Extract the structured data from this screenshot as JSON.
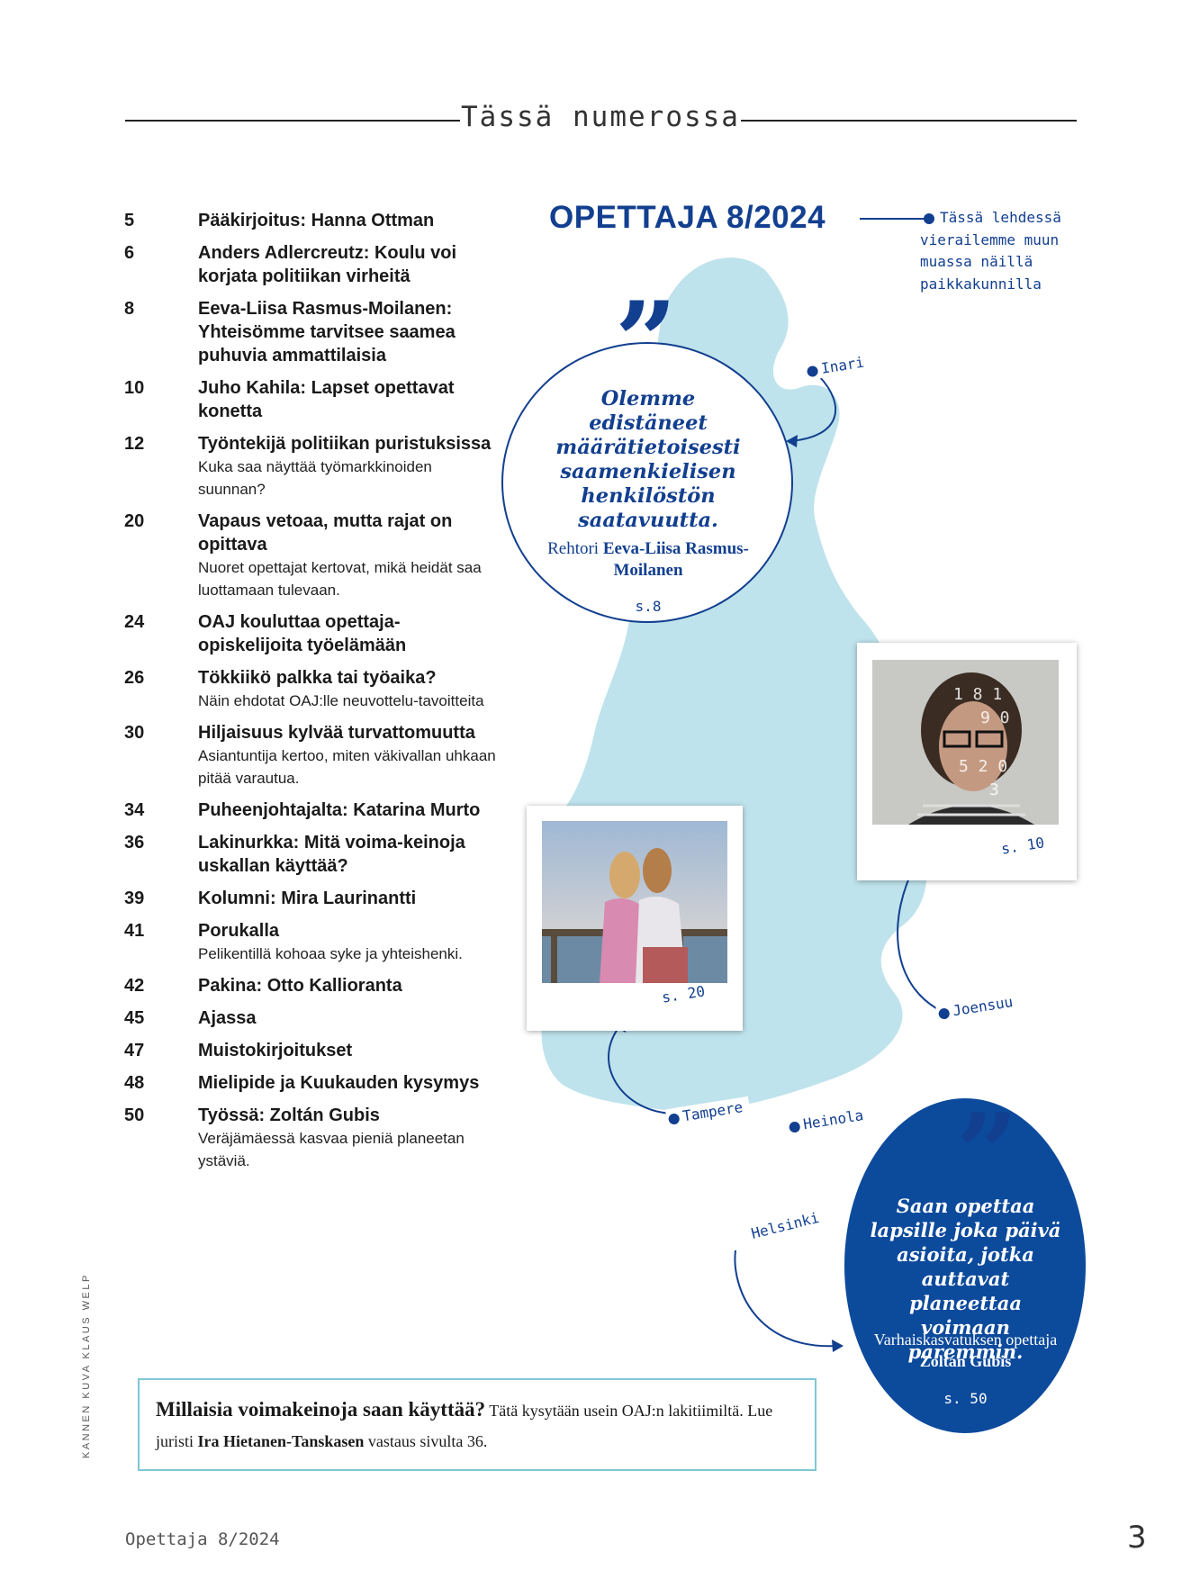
{
  "header": {
    "title": "Tässä numerossa"
  },
  "toc": [
    {
      "num": "5",
      "title": "Pääkirjoitus: Hanna Ottman",
      "sub": ""
    },
    {
      "num": "6",
      "title": "Anders Adlercreutz: Koulu voi korjata politiikan virheitä",
      "sub": ""
    },
    {
      "num": "8",
      "title": "Eeva-Liisa Rasmus-Moilanen: Yhteisömme tarvitsee saamea puhuvia ammattilaisia",
      "sub": ""
    },
    {
      "num": "10",
      "title": "Juho Kahila: Lapset opettavat konetta",
      "sub": ""
    },
    {
      "num": "12",
      "title": "Työntekijä politiikan puristuksissa",
      "sub": "Kuka saa näyttää työmarkkinoiden suunnan?"
    },
    {
      "num": "20",
      "title": "Vapaus vetoaa, mutta rajat on opittava",
      "sub": "Nuoret opettajat kertovat, mikä heidät saa luottamaan tulevaan."
    },
    {
      "num": "24",
      "title": "OAJ kouluttaa opettaja-opiskelijoita työelämään",
      "sub": ""
    },
    {
      "num": "26",
      "title": "Tökkiikö palkka tai työaika?",
      "sub": "Näin ehdotat OAJ:lle neuvottelu-tavoitteita"
    },
    {
      "num": "30",
      "title": "Hiljaisuus kylvää turvattomuutta",
      "sub": "Asiantuntija kertoo, miten väkivallan uhkaan pitää varautua."
    },
    {
      "num": "34",
      "title": "Puheenjohtajalta: Katarina Murto",
      "sub": ""
    },
    {
      "num": "36",
      "title": "Lakinurkka: Mitä voima-keinoja uskallan käyttää?",
      "sub": ""
    },
    {
      "num": "39",
      "title": "Kolumni: Mira Laurinantti",
      "sub": ""
    },
    {
      "num": "41",
      "title": "Porukalla",
      "sub": "Pelikentillä kohoaa syke ja yhteishenki."
    },
    {
      "num": "42",
      "title": "Pakina: Otto Kallioranta",
      "sub": ""
    },
    {
      "num": "45",
      "title": "Ajassa",
      "sub": ""
    },
    {
      "num": "47",
      "title": "Muistokirjoitukset",
      "sub": ""
    },
    {
      "num": "48",
      "title": "Mielipide ja Kuukauden kysymys",
      "sub": ""
    },
    {
      "num": "50",
      "title": "Työssä: Zoltán Gubis",
      "sub": "Veräjämäessä kasvaa pieniä planeetan ystäviä."
    }
  ],
  "magazine": {
    "title": "OPETTAJA 8/2024",
    "note": "Tässä lehdessä vierailemme muun muassa näillä paikkakunnilla"
  },
  "places": {
    "inari": "Inari",
    "joensuu": "Joensuu",
    "tampere": "Tampere",
    "heinola": "Heinola",
    "helsinki": "Helsinki"
  },
  "quote1": {
    "text": "Olemme edistäneet määrätietoisesti saamenkielisen henkilöstön saatavuutta.",
    "role": "Rehtori",
    "name": "Eeva-Liisa Rasmus-Moilanen",
    "page": "s.8"
  },
  "quote2": {
    "text": "Saan opettaa lapsille joka päivä asioita, jotka auttavat planeettaa voimaan paremmin.",
    "role": "Varhaiskasvatuksen opettaja",
    "name": "Zoltán Gubis",
    "page": "s. 50"
  },
  "photos": {
    "p1_caption": "s. 20",
    "p2_caption": "s. 10"
  },
  "question_box": {
    "question": "Millaisia voimakeinoja saan käyttää?",
    "text_a": "Tätä kysytään usein OAJ:n lakitiimiltä. Lue juristi",
    "name": "Ira Hietanen-Tanskasen",
    "text_b": "vastaus sivulta 36."
  },
  "credit": "KANNEN KUVA KLAUS WELP",
  "footer": {
    "left": "Opettaja 8/2024",
    "page": "3"
  },
  "colors": {
    "navy": "#123f8f",
    "map": "#bfe3ec",
    "quote2_bg": "#0c4a9c",
    "box_border": "#7fc7d4"
  }
}
